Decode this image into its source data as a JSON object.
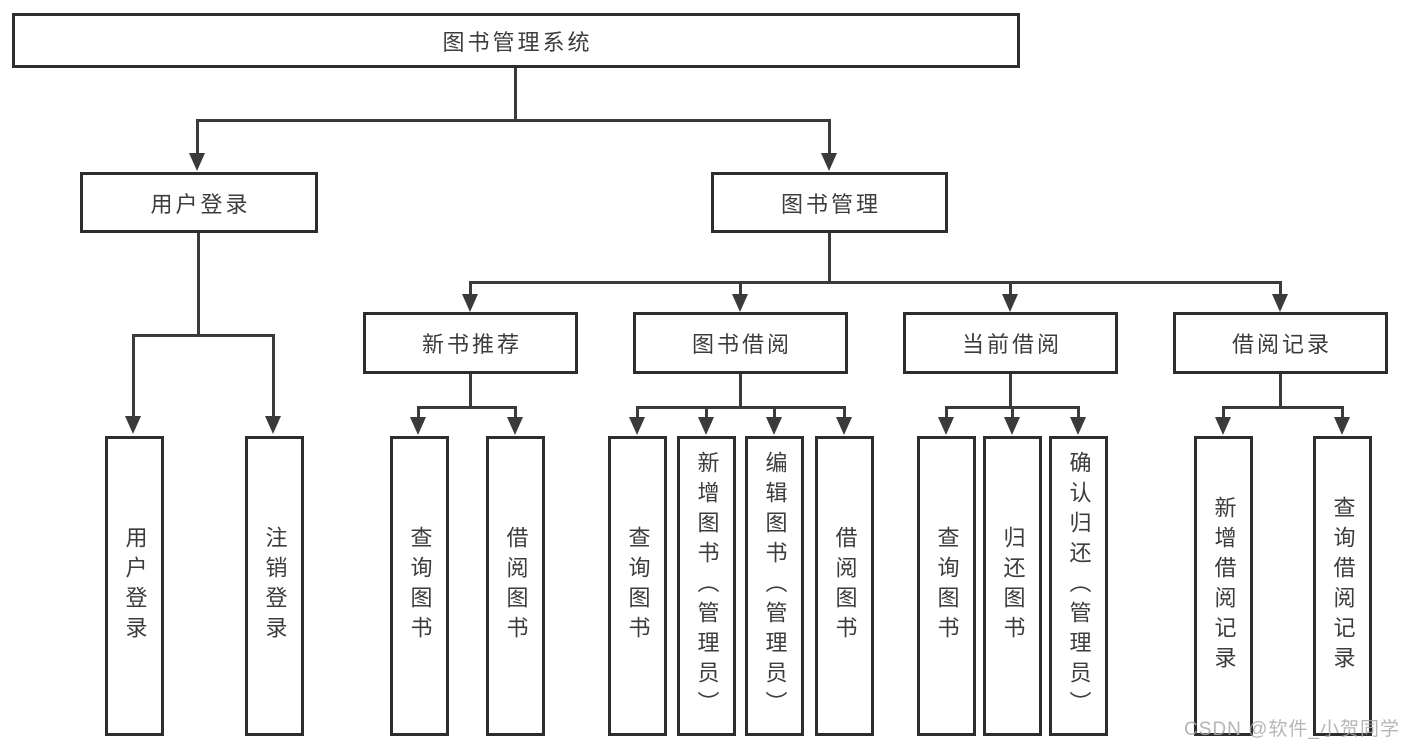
{
  "diagram": {
    "title": "图书管理系统",
    "nodes": {
      "root": {
        "label": "图书管理系统"
      },
      "user_login": {
        "label": "用户登录"
      },
      "book_mgmt": {
        "label": "图书管理"
      },
      "login": {
        "label": "用户登录"
      },
      "logout": {
        "label": "注销登录"
      },
      "new_book_rec": {
        "label": "新书推荐"
      },
      "book_borrow": {
        "label": "图书借阅"
      },
      "current_borrow": {
        "label": "当前借阅"
      },
      "borrow_record": {
        "label": "借阅记录"
      },
      "nb_query": {
        "label": "查询图书"
      },
      "nb_borrow": {
        "label": "借阅图书"
      },
      "bb_query": {
        "label": "查询图书"
      },
      "bb_add": {
        "label": "新增图书（管理员）"
      },
      "bb_edit": {
        "label": "编辑图书（管理员）"
      },
      "bb_borrow": {
        "label": "借阅图书"
      },
      "cb_query": {
        "label": "查询图书"
      },
      "cb_return": {
        "label": "归还图书"
      },
      "cb_confirm": {
        "label": "确认归还（管理员）"
      },
      "br_add": {
        "label": "新增借阅记录"
      },
      "br_query": {
        "label": "查询借阅记录"
      }
    }
  },
  "watermark": {
    "text": "CSDN @软件_小贺同学"
  },
  "colors": {
    "line": "#3a3a3a",
    "box_border": "#2d2d2d",
    "text": "#3c3c3c",
    "watermark": "#a9a9a9",
    "background": "#ffffff"
  }
}
